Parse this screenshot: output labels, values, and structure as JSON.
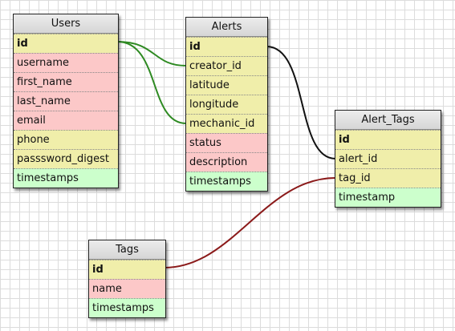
{
  "colors": {
    "key": "#f0eeaa",
    "field": "#fcc8c8",
    "timestamp": "#ccffcc",
    "link_green": "#2e8a22",
    "link_black": "#111111",
    "link_red": "#8b1a1a"
  },
  "tables": {
    "users": {
      "title": "Users",
      "rows": [
        {
          "label": "id",
          "kind": "key"
        },
        {
          "label": "username",
          "kind": "field"
        },
        {
          "label": "first_name",
          "kind": "field"
        },
        {
          "label": "last_name",
          "kind": "field"
        },
        {
          "label": "email",
          "kind": "field"
        },
        {
          "label": "phone",
          "kind": "key"
        },
        {
          "label": "passsword_digest",
          "kind": "key"
        },
        {
          "label": "timestamps",
          "kind": "timestamp"
        }
      ]
    },
    "alerts": {
      "title": "Alerts",
      "rows": [
        {
          "label": "id",
          "kind": "key"
        },
        {
          "label": "creator_id",
          "kind": "key"
        },
        {
          "label": "latitude",
          "kind": "key"
        },
        {
          "label": "longitude",
          "kind": "key"
        },
        {
          "label": "mechanic_id",
          "kind": "key"
        },
        {
          "label": "status",
          "kind": "field"
        },
        {
          "label": "description",
          "kind": "field"
        },
        {
          "label": "timestamps",
          "kind": "timestamp"
        }
      ]
    },
    "alert_tags": {
      "title": "Alert_Tags",
      "rows": [
        {
          "label": "id",
          "kind": "key"
        },
        {
          "label": "alert_id",
          "kind": "key"
        },
        {
          "label": "tag_id",
          "kind": "key"
        },
        {
          "label": "timestamp",
          "kind": "timestamp"
        }
      ]
    },
    "tags": {
      "title": "Tags",
      "rows": [
        {
          "label": "id",
          "kind": "key"
        },
        {
          "label": "name",
          "kind": "field"
        },
        {
          "label": "timestamps",
          "kind": "timestamp"
        }
      ]
    }
  },
  "relations": [
    {
      "from": "Users.id",
      "to": "Alerts.creator_id",
      "color": "#2e8a22"
    },
    {
      "from": "Users.id",
      "to": "Alerts.mechanic_id",
      "color": "#2e8a22"
    },
    {
      "from": "Alerts.id",
      "to": "Alert_Tags.alert_id",
      "color": "#111111"
    },
    {
      "from": "Tags.id",
      "to": "Alert_Tags.tag_id",
      "color": "#8b1a1a"
    }
  ]
}
